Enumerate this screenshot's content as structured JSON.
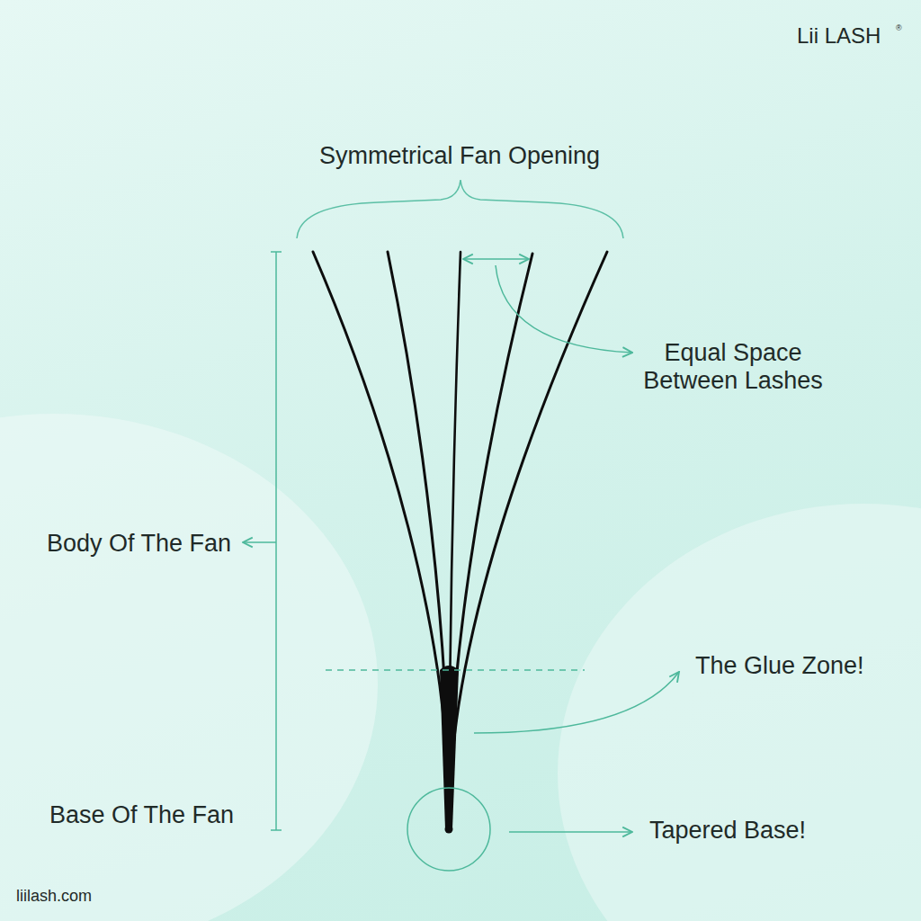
{
  "diagram": {
    "labels": [
      "Lii LASH",
      "®",
      "Symmetrical Fan Opening",
      "Equal Space Between Lashes",
      "Body Of The Fan",
      "The Glue Zone!",
      "Base Of The Fan",
      "Tapered Base!",
      "liilash.com"
    ]
  }
}
